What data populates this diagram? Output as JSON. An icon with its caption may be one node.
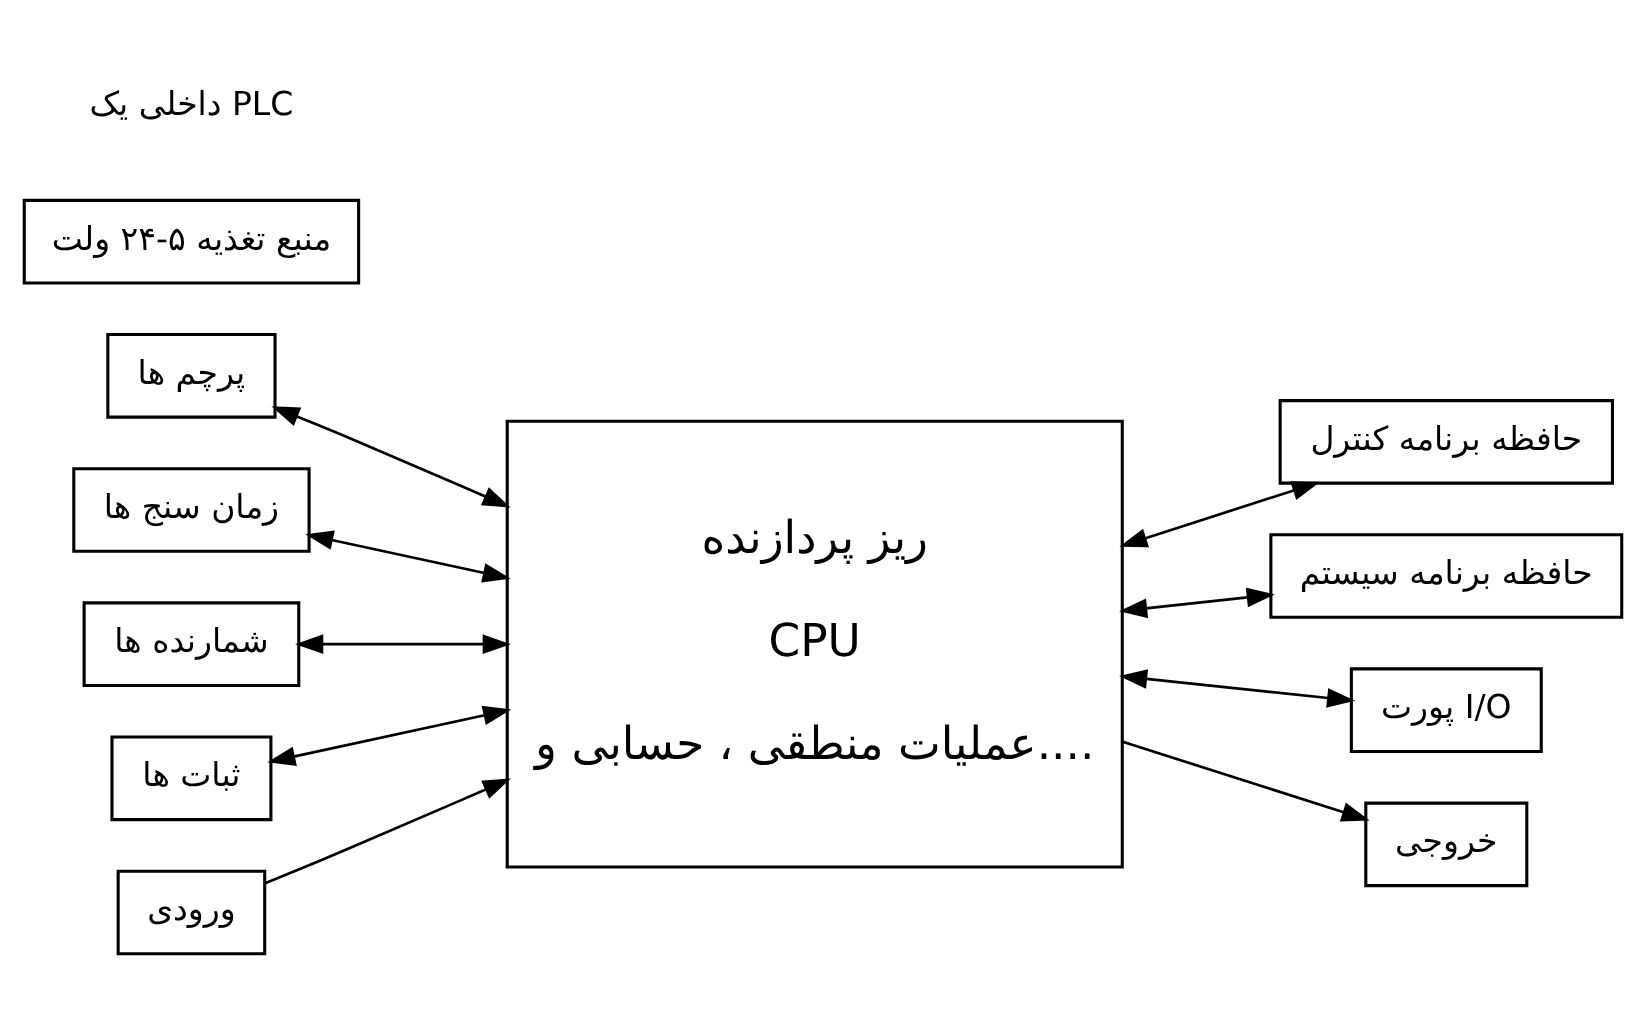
{
  "diagram": {
    "nodes": [
      {
        "text": [
          "ریز پردازنده",
          "CPU",
          "عملیات منطقی ، حسابی و...."
        ]
      },
      {
        "text": [
          "پرچم ها"
        ]
      },
      {
        "text": [
          "زمان سنج ها"
        ]
      },
      {
        "text": [
          "شمارنده ها"
        ]
      },
      {
        "text": [
          "ثبات ها"
        ]
      },
      {
        "text": [
          "حافظه برنامه کنترل"
        ]
      },
      {
        "text": [
          "حافظه برنامه سیستم"
        ]
      },
      {
        "text": [
          "پورت I/O"
        ]
      },
      {
        "text": [
          "ورودی"
        ]
      },
      {
        "text": [
          "خروجی"
        ]
      },
      {
        "text": [
          "منبع تغذیه ۵-۲۴ ولت"
        ]
      }
    ],
    "edges": [
      {
        "from": 1,
        "to": 0,
        "arrow": "both"
      },
      {
        "from": 2,
        "to": 0,
        "arrow": "both"
      },
      {
        "from": 3,
        "to": 0,
        "arrow": "both"
      },
      {
        "from": 4,
        "to": 0,
        "arrow": "both"
      },
      {
        "from": 0,
        "to": 5,
        "arrow": "both"
      },
      {
        "from": 0,
        "to": 6,
        "arrow": "both"
      },
      {
        "from": 0,
        "to": 7,
        "arrow": "both"
      },
      {
        "from": 8,
        "to": 0,
        "arrow": "to"
      },
      {
        "from": 0,
        "to": 9,
        "arrow": "to"
      }
    ],
    "labels": [
      "داخلی یک PLC"
    ]
  }
}
